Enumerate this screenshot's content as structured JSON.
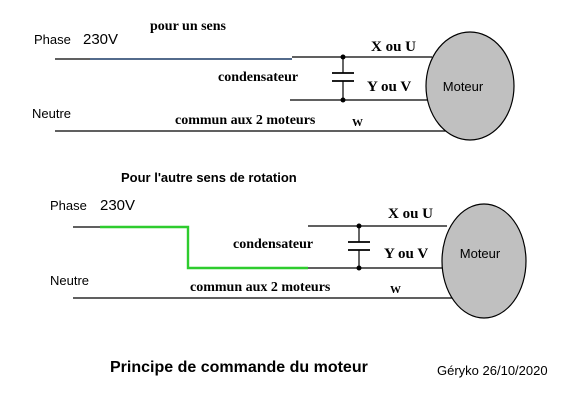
{
  "colors": {
    "active_wire_top": "#1a3a66",
    "active_wire_bottom": "#2ecc2e",
    "motor_fill": "#c0c0c0"
  },
  "top_circuit": {
    "caption": "pour un sens",
    "phase_label": "Phase",
    "voltage": "230V",
    "neutral_label": "Neutre",
    "winding_x": "X ou U",
    "winding_y": "Y ou V",
    "capacitor_label": "condensateur",
    "common_label": "commun aux 2 moteurs",
    "common_terminal": "W",
    "motor_label": "Moteur"
  },
  "middle_caption": "Pour l'autre sens de rotation",
  "bottom_circuit": {
    "phase_label": "Phase",
    "voltage": "230V",
    "neutral_label": "Neutre",
    "winding_x": "X ou U",
    "winding_y": "Y ou V",
    "capacitor_label": "condensateur",
    "common_label": "commun aux 2 moteurs",
    "common_terminal": "W",
    "motor_label": "Moteur"
  },
  "footer": {
    "title": "Principe de commande du moteur",
    "signature": "Géryko 26/10/2020"
  }
}
